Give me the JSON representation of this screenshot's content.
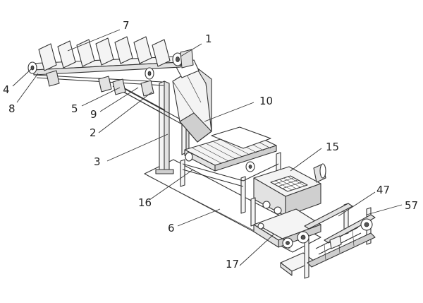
{
  "labels": [
    {
      "id": "7",
      "text": "7"
    },
    {
      "id": "1",
      "text": "1"
    },
    {
      "id": "4",
      "text": "4"
    },
    {
      "id": "8",
      "text": "8"
    },
    {
      "id": "5",
      "text": "5"
    },
    {
      "id": "9",
      "text": "9"
    },
    {
      "id": "10",
      "text": "10"
    },
    {
      "id": "2",
      "text": "2"
    },
    {
      "id": "3",
      "text": "3"
    },
    {
      "id": "15",
      "text": "15"
    },
    {
      "id": "16",
      "text": "16"
    },
    {
      "id": "6",
      "text": "6"
    },
    {
      "id": "47",
      "text": "47"
    },
    {
      "id": "57",
      "text": "57"
    },
    {
      "id": "17",
      "text": "17"
    }
  ]
}
